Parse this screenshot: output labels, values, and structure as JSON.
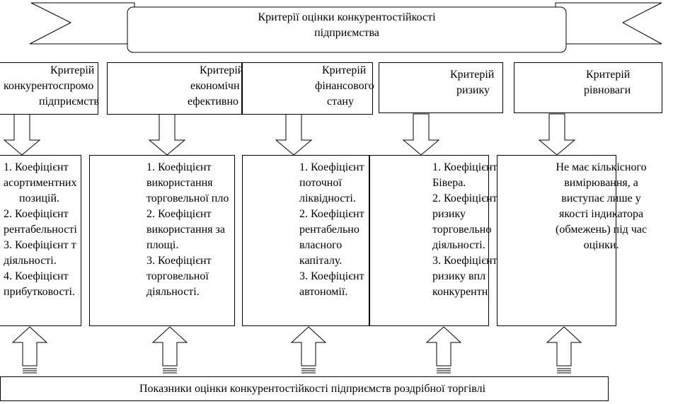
{
  "banner": {
    "line1": "Критерії оцінки конкурентостійкості",
    "line2": "підприємства"
  },
  "criteria": [
    {
      "lines": [
        "Критерій",
        "конкурентоспромо",
        "підприємств"
      ]
    },
    {
      "lines": [
        "Критерій",
        "економічн",
        "ефективно"
      ]
    },
    {
      "lines": [
        "Критерій",
        "фінансового",
        "стану"
      ]
    },
    {
      "lines": [
        "Критерій",
        "ризику"
      ]
    },
    {
      "lines": [
        "Критерій",
        "рівноваги"
      ]
    }
  ],
  "details": [
    {
      "lines": [
        "1. Коефіцієнт",
        "асортиментних",
        "позицій.",
        "2. Коефіцієнт",
        "рентабельності",
        "3. Коефіцієнт т",
        "діяльності.",
        "4. Коефіцієнт",
        "прибутковості."
      ]
    },
    {
      "lines": [
        "1. Коефіцієнт",
        "використання",
        "торговельної пло",
        "2. Коефіцієнт",
        "використання за",
        "площі.",
        "3. Коефіцієнт",
        "торговельної",
        "діяльності."
      ]
    },
    {
      "lines": [
        "1. Коефіцієнт",
        "поточної",
        "ліквідності.",
        "2. Коефіцієнт",
        "рентабельно",
        "власного",
        "капіталу.",
        "3. Коефіцієнт",
        "автономії."
      ]
    },
    {
      "lines": [
        "1. Коефіцієнт",
        "Бівера.",
        "2. Коефіцієнт",
        "ризику",
        "торговельно",
        "діяльності.",
        "3. Коефіцієнт",
        "ризику впл",
        "конкурентн"
      ]
    },
    {
      "lines": [
        "Не має кількісного",
        "вимірювання, а",
        "виступає лише у",
        "якості індикатора",
        "(обмежень) під час",
        "оцінки."
      ]
    }
  ],
  "bottom": {
    "label": "Показники оцінки конкурентостійкості підприємств роздрібної торгівлі"
  }
}
